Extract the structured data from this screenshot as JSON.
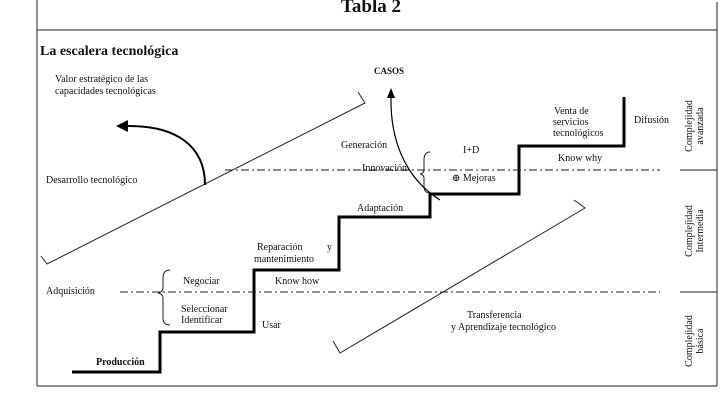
{
  "header": {
    "table_title": "Tabla 2",
    "figure_title": "La escalera tecnológica"
  },
  "labels": {
    "valor_estrategico": [
      "Valor estratégico de las",
      "capacidades tecnológicas"
    ],
    "casos": "CASOS",
    "desarrollo": "Desarrollo tecnológico",
    "adquisicion": "Adquisición",
    "negociar": "Negociar",
    "seleccionar": "Seleccionar",
    "identificar": "Identificar",
    "produccion": "Producción",
    "usar": "Usar",
    "know_how": "Know how",
    "reparacion": [
      "Reparación y",
      "mantenimiento"
    ],
    "adaptacion": "Adaptación",
    "generacion": "Generación",
    "innovacion": "Innovación",
    "id": "I+D",
    "mejoras": "⊕ Mejoras",
    "venta": [
      "Venta de",
      "servicios",
      "tecnológicos"
    ],
    "difusion": "Difusión",
    "know_why": "Know why",
    "transferencia": [
      "Transferencia",
      "y Aprendizaje tecnológico"
    ]
  },
  "complexity_levels": [
    {
      "lines": [
        "Complejidad",
        "avanzada"
      ]
    },
    {
      "lines": [
        "Complejidad",
        "Intermedia"
      ]
    },
    {
      "lines": [
        "Complejidad",
        "básica"
      ]
    }
  ]
}
